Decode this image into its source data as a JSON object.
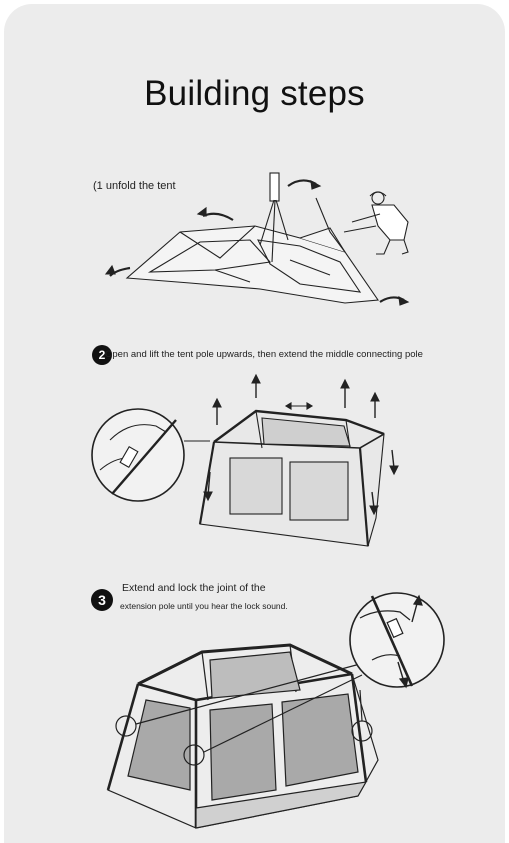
{
  "title": "Building steps",
  "steps": [
    {
      "number": "1",
      "caption": "unfold the tent"
    },
    {
      "number": "2",
      "caption": "Open and lift the tent pole upwards, then extend the middle connecting pole"
    },
    {
      "number": "3",
      "caption_line1": "Extend and lock the joint of the",
      "caption_line2": "extension pole until you hear the lock sound."
    }
  ]
}
